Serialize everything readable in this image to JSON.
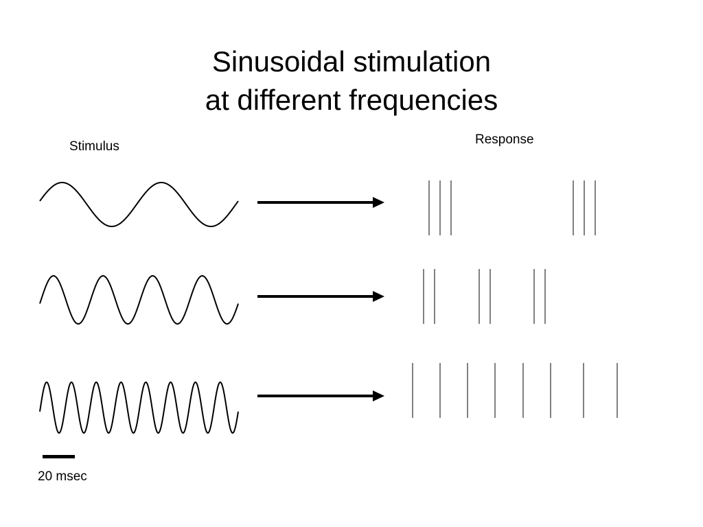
{
  "title": {
    "line1": "Sinusoidal stimulation",
    "line2": "at different frequencies"
  },
  "labels": {
    "stimulus": "Stimulus",
    "response": "Response",
    "scale": "20 msec"
  },
  "rows": [
    {
      "stimulus_cycles": 2,
      "response_groups": [
        [
          3
        ],
        [
          3
        ]
      ]
    },
    {
      "stimulus_cycles": 4,
      "response_groups": [
        [
          2
        ],
        [
          2
        ],
        [
          2
        ]
      ]
    },
    {
      "stimulus_cycles": 8,
      "response_groups": [
        [
          1
        ],
        [
          1
        ],
        [
          1
        ],
        [
          1
        ],
        [
          1
        ],
        [
          1
        ],
        [
          1
        ],
        [
          1
        ]
      ]
    }
  ],
  "colors": {
    "ink": "#000000",
    "background": "#ffffff"
  }
}
